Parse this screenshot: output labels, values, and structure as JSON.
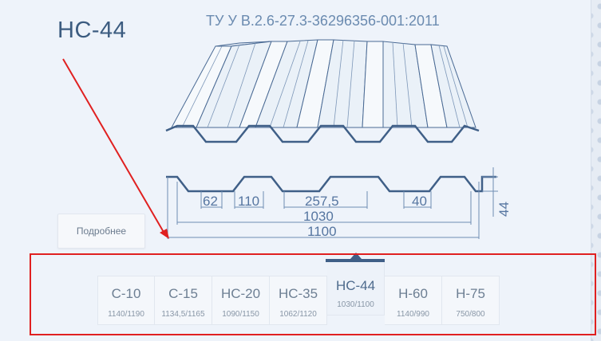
{
  "product": {
    "title": "НС-44",
    "spec": "ТУ У В.2.6-27.3-36296356-001:2011",
    "details_label": "Подробнее"
  },
  "dimensions": {
    "d62": "62",
    "d110": "110",
    "d257": "257,5",
    "d40": "40",
    "d1030": "1030",
    "d1100": "1100",
    "d44": "44"
  },
  "tabs": [
    {
      "name": "С-10",
      "size": "1140/1190"
    },
    {
      "name": "С-15",
      "size": "1134,5/1165"
    },
    {
      "name": "НС-20",
      "size": "1090/1150"
    },
    {
      "name": "НС-35",
      "size": "1062/1120"
    },
    {
      "name": "НС-44",
      "size": "1030/1100",
      "active": true
    },
    {
      "name": "Н-60",
      "size": "1140/990"
    },
    {
      "name": "Н-75",
      "size": "750/800"
    }
  ],
  "annotation": {
    "arrow_color": "#e02020",
    "box_color": "#e02020"
  },
  "colors": {
    "accent": "#3f5f87",
    "drawing": "#4a6a94"
  }
}
